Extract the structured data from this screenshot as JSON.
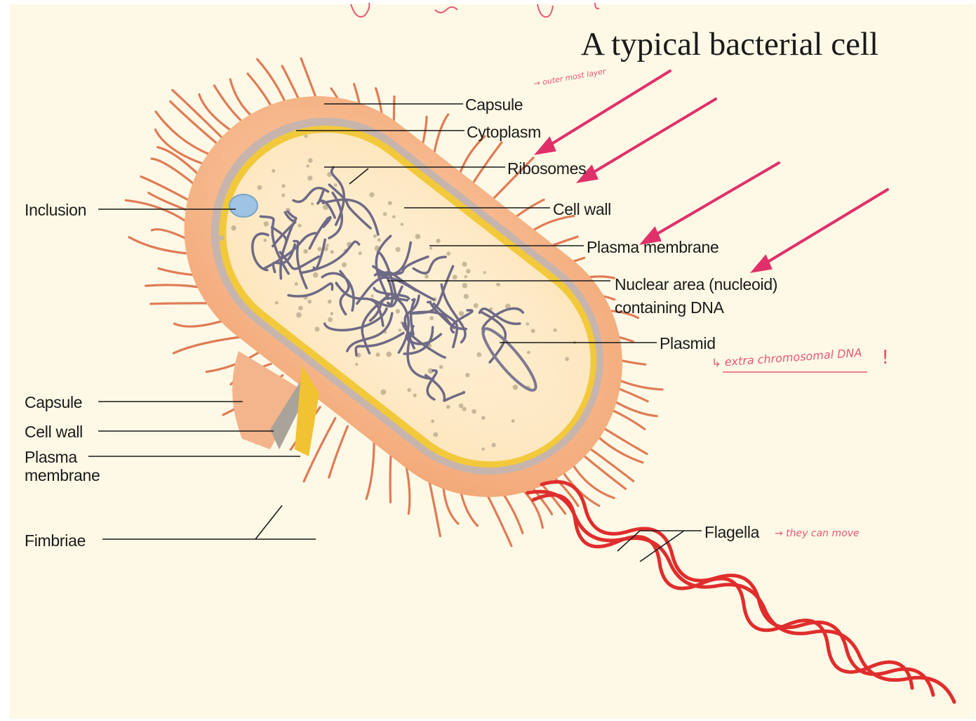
{
  "title": "A typical bacterial cell",
  "labels": {
    "capsule_top": "Capsule",
    "cytoplasm": "Cytoplasm",
    "ribosomes": "Ribosomes",
    "inclusion": "Inclusion",
    "cell_wall_top": "Cell wall",
    "plasma_membrane_top": "Plasma membrane",
    "nucleoid_line1": "Nuclear area (nucleoid)",
    "nucleoid_line2": "containing DNA",
    "plasmid": "Plasmid",
    "capsule_left": "Capsule",
    "cell_wall_left": "Cell wall",
    "plasma_membrane_left": "Plasma membrane",
    "fimbriae": "Fimbriae",
    "flagella": "Flagella"
  },
  "annotations": {
    "capsule_note": "→ outer most layer",
    "plasmid_note": "↳ extra chromosomal DNA",
    "plasmid_exclaim": "!",
    "flagella_note": "→ they can move"
  },
  "colors": {
    "background": "#fdf9e6",
    "capsule": "#f6b98d",
    "cell_wall": "#bda9a6",
    "membrane": "#f3c93c",
    "cytoplasm": "#fdebc8",
    "dna": "#6e6a86",
    "fimbriae": "#e07b55",
    "flagella": "#e02d2d",
    "ink_annotation": "#e8577a"
  }
}
